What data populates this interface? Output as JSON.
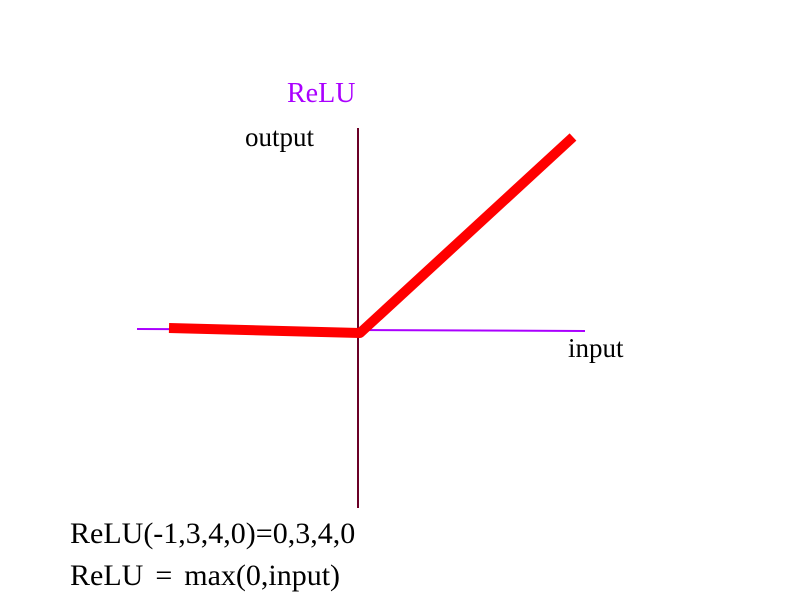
{
  "title": "ReLU",
  "axes": {
    "y_label": "output",
    "x_label": "input"
  },
  "equations": {
    "example": "ReLU(-1,3,4,0)=0,3,4,0",
    "definition": {
      "lhs": "ReLU",
      "op": "=",
      "rhs": "max(0,input)"
    }
  },
  "colors": {
    "title": "#aa00ff",
    "x_axis": "#aa00ff",
    "y_axis": "#6b0026",
    "relu_curve": "#ff0000",
    "text": "#000000"
  }
}
